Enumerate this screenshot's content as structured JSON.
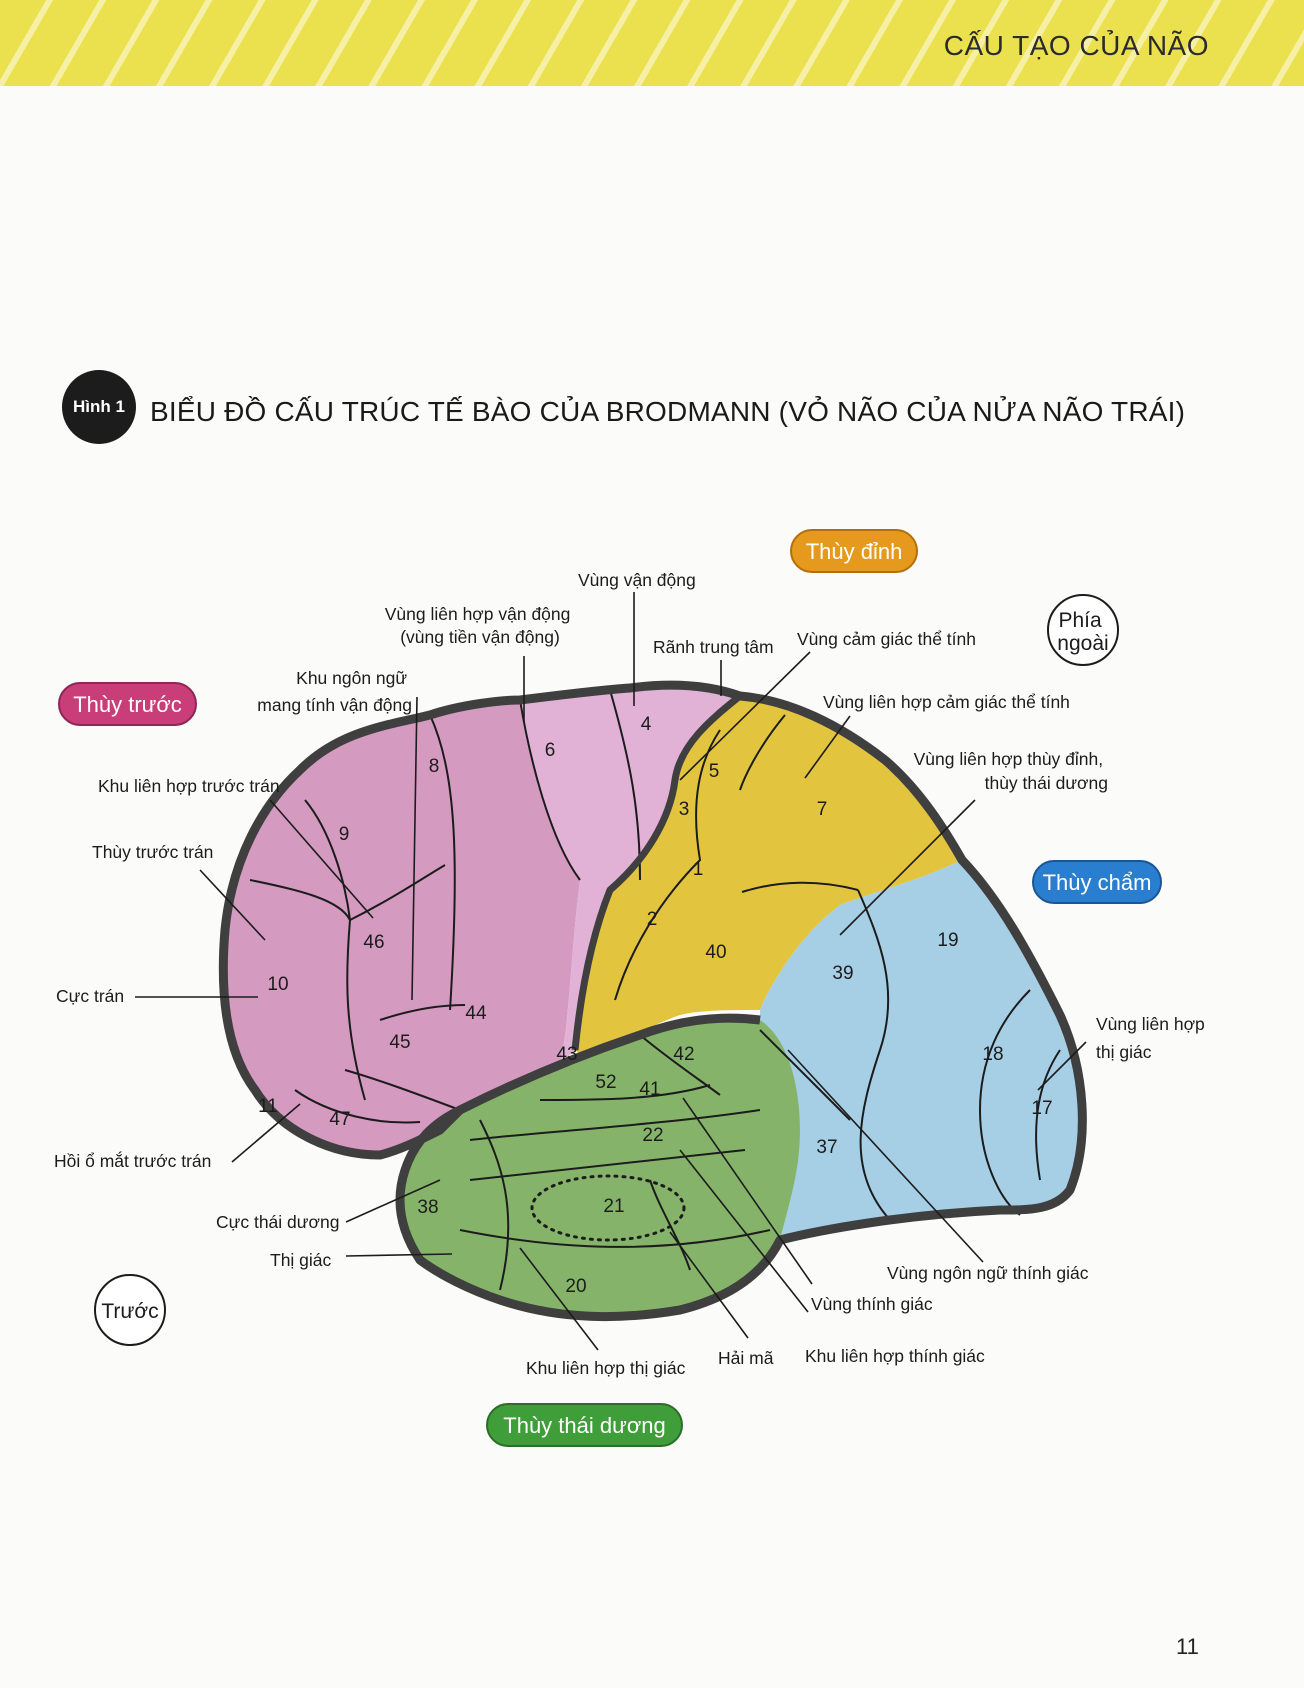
{
  "page": {
    "chapter_title": "CẤU TẠO CỦA NÃO",
    "figure_badge": "Hình 1",
    "figure_title": "BIỂU ĐỒ CẤU TRÚC TẾ BÀO CỦA BRODMANN (VỎ NÃO CỦA NỬA NÃO TRÁI)",
    "page_number": "11"
  },
  "colors": {
    "header_band": "#ebe14e",
    "frontal": "#d59ac0",
    "premotor": "#e2b2d6",
    "parietal": "#e3c43f",
    "occipital": "#a6cfe6",
    "temporal": "#86b36a",
    "outline": "#3f3f3f"
  },
  "lobes": {
    "frontal": {
      "label": "Thùy trước",
      "color": "#c93e78"
    },
    "parietal": {
      "label": "Thùy đỉnh",
      "color": "#e69a1d"
    },
    "occipital": {
      "label": "Thùy chẩm",
      "color": "#2a7ed0"
    },
    "temporal": {
      "label": "Thùy thái dương",
      "color": "#3f9e3a"
    }
  },
  "orientation": {
    "lateral": [
      "Phía",
      "ngoài"
    ],
    "front": "Trước"
  },
  "brodmann_areas": [
    "1",
    "2",
    "3",
    "4",
    "5",
    "6",
    "7",
    "8",
    "9",
    "10",
    "11",
    "17",
    "18",
    "19",
    "20",
    "21",
    "22",
    "37",
    "38",
    "39",
    "40",
    "41",
    "42",
    "43",
    "44",
    "45",
    "46",
    "47",
    "52"
  ],
  "callouts": {
    "motor_area": "Vùng vận động",
    "premotor_area": [
      "Vùng liên hợp vận động",
      "(vùng tiền vận động)"
    ],
    "motor_speech": [
      "Khu ngôn ngữ",
      "mang tính vận động"
    ],
    "central_sulcus": "Rãnh trung tâm",
    "somatosensory": "Vùng cảm giác thể tính",
    "somatosensory_assoc": "Vùng liên hợp cảm giác thể tính",
    "parietotemporal_assoc": [
      "Vùng liên hợp thùy đỉnh,",
      "thùy thái dương"
    ],
    "prefrontal_assoc": "Khu liên hợp trước trán",
    "prefrontal": "Thùy trước trán",
    "frontal_pole": "Cực trán",
    "orbitofrontal": "Hồi ổ mắt trước  trán",
    "temporal_pole": "Cực thái dương",
    "vision": "Thị giác",
    "visual_assoc": [
      "Vùng liên hợp",
      "thị giác"
    ],
    "auditory_language": "Vùng ngôn ngữ thính giác",
    "auditory_area": "Vùng thính giác",
    "auditory_assoc": "Khu liên hợp thính giác",
    "hippocampus": "Hải mã",
    "visual_assoc_area": "Khu liên hợp thị giác"
  }
}
